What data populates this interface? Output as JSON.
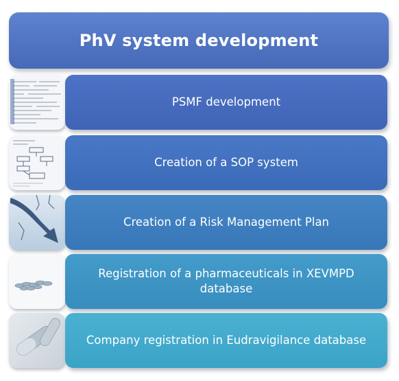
{
  "header": {
    "title": "PhV system development"
  },
  "steps": [
    {
      "label": "PSMF development",
      "thumbnail_icon": "document-scan-icon"
    },
    {
      "label": "Creation of a SOP system",
      "thumbnail_icon": "flowchart-document-icon"
    },
    {
      "label": "Creation of a Risk Management Plan",
      "thumbnail_icon": "downward-arrow-tree-icon"
    },
    {
      "label": "Registration of a pharmaceuticals in XEVMPD database",
      "thumbnail_icon": "pills-icon"
    },
    {
      "label": "Company registration in Eudravigilance database",
      "thumbnail_icon": "capsules-icon"
    }
  ],
  "colors": {
    "header": "#5478c8",
    "step1": "#4467b8",
    "step2": "#4070bc",
    "step3": "#3d7ebd",
    "step4": "#3c93c3",
    "step5": "#42aacd"
  }
}
